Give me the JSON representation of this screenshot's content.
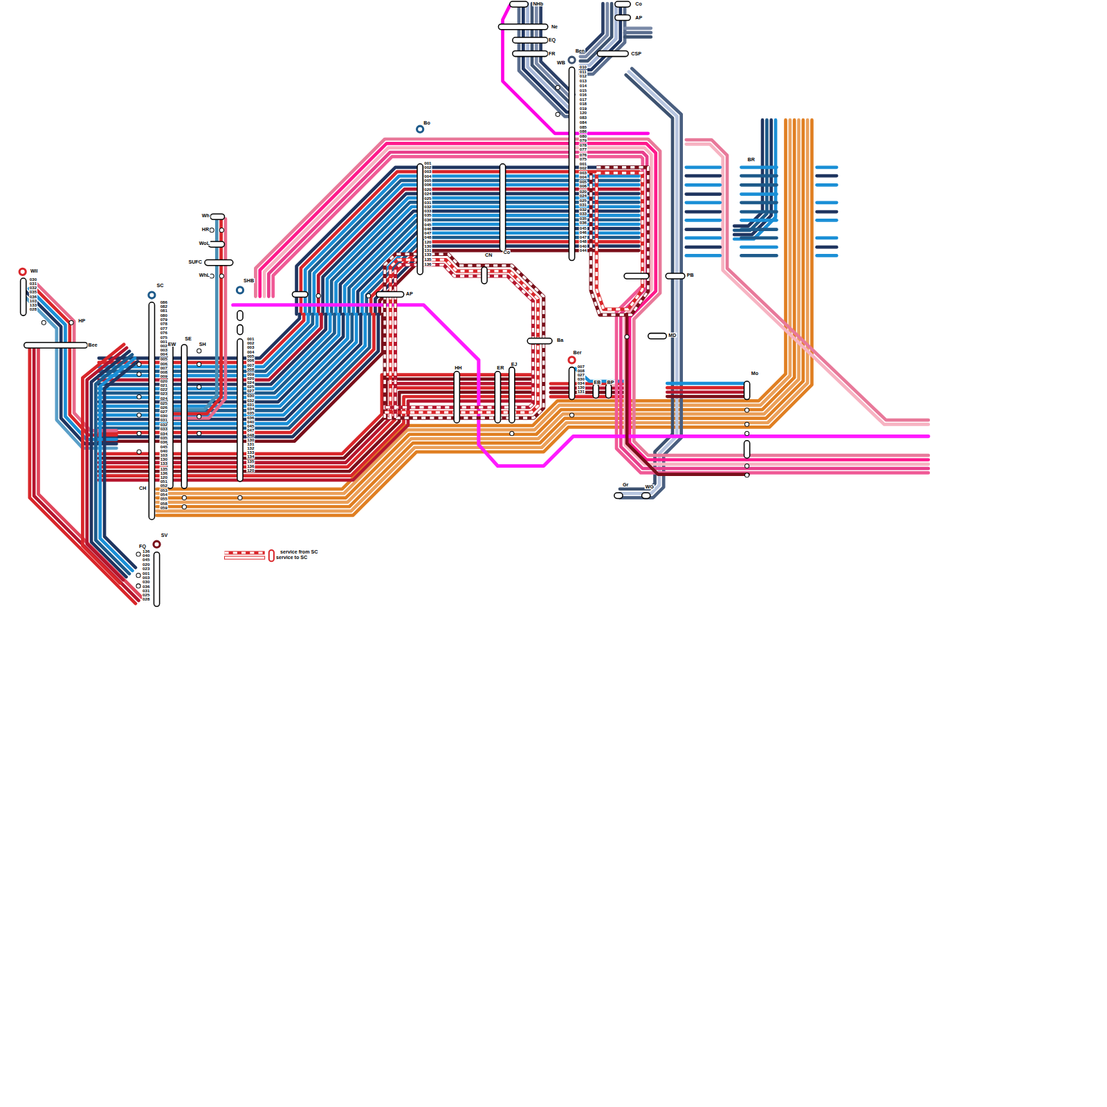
{
  "diagram": {
    "labels": [
      "NHb",
      "Co",
      "Ne",
      "AP",
      "EQ",
      "FR",
      "CSP",
      "Ben",
      "WB",
      "Bo",
      "BR",
      "Wh",
      "HR",
      "WoL",
      "SUFC",
      "Wil",
      "WhL",
      "SHB",
      "SC",
      "AP",
      "CN",
      "Co",
      "PB",
      "HP",
      "MD",
      "Ba",
      "Bee",
      "SE",
      "EW",
      "SH",
      "Ber",
      "HH",
      "ER",
      "EJ",
      "EB",
      "BP",
      "Mo",
      "CH",
      "Gr",
      "WG",
      "SV",
      "FQ",
      "030",
      "031",
      "032",
      "035",
      "036",
      "103",
      "133",
      "028",
      "086",
      "082",
      "081",
      "080",
      "079",
      "078",
      "077",
      "076",
      "075",
      "001",
      "002",
      "003",
      "004",
      "005",
      "006",
      "007",
      "008",
      "009",
      "020",
      "021",
      "022",
      "023",
      "024",
      "025",
      "026",
      "027",
      "030",
      "031",
      "032",
      "033",
      "034",
      "035",
      "036",
      "045",
      "040",
      "103",
      "130",
      "133",
      "135",
      "136",
      "120",
      "051",
      "052",
      "053",
      "054",
      "055",
      "058",
      "059",
      "001",
      "002",
      "003",
      "004",
      "005",
      "006",
      "007",
      "008",
      "009",
      "020",
      "024",
      "025",
      "027",
      "030",
      "032",
      "031",
      "034",
      "035",
      "036",
      "040",
      "045",
      "047",
      "048",
      "130",
      "131",
      "132",
      "133",
      "134",
      "135",
      "136",
      "120",
      "001",
      "002",
      "003",
      "004",
      "005",
      "006",
      "020",
      "024",
      "025",
      "031",
      "032",
      "033",
      "035",
      "036",
      "045",
      "046",
      "047",
      "048",
      "120",
      "130",
      "131",
      "133",
      "135",
      "136",
      "010",
      "011",
      "012",
      "013",
      "014",
      "015",
      "016",
      "017",
      "018",
      "019",
      "120",
      "083",
      "084",
      "085",
      "086",
      "080",
      "079",
      "078",
      "077",
      "076",
      "075",
      "001",
      "002",
      "003",
      "004",
      "005",
      "006",
      "020",
      "024",
      "025",
      "031",
      "032",
      "033",
      "035",
      "036",
      "045",
      "046",
      "047",
      "048",
      "040",
      "044",
      "007",
      "008",
      "027",
      "030",
      "034",
      "130",
      "131",
      "136",
      "040",
      "045",
      "020",
      "023",
      "001",
      "003",
      "030",
      "036",
      "031",
      "025",
      "028"
    ],
    "legend": [
      {
        "text": "service from SC"
      },
      {
        "text": "service to SC"
      }
    ]
  }
}
